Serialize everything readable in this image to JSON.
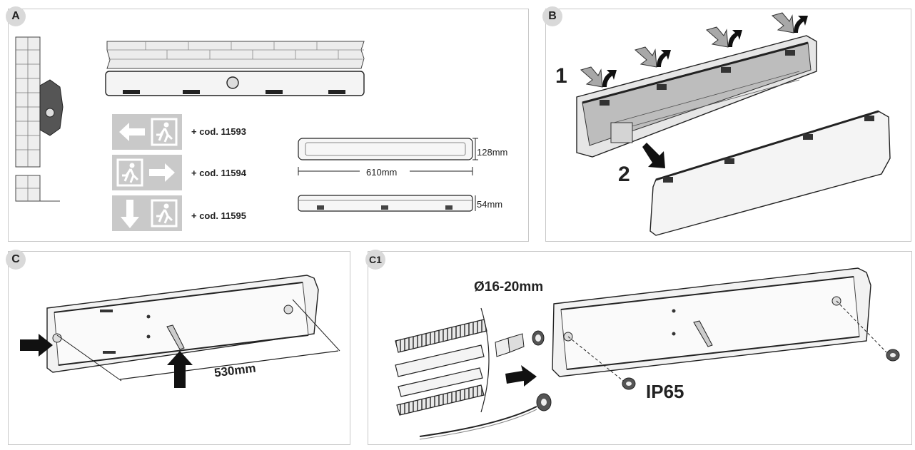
{
  "panels": {
    "a": {
      "badge": "A",
      "codes": [
        "+ cod. 11593",
        "+ cod. 11594",
        "+ cod. 11595"
      ],
      "dim_height": "128mm",
      "dim_width": "610mm",
      "dim_depth": "54mm"
    },
    "b": {
      "badge": "B",
      "step1": "1",
      "step2": "2"
    },
    "c": {
      "badge": "C",
      "dim_length": "530mm"
    },
    "c1": {
      "badge": "C1",
      "diameter": "Ø16-20mm",
      "rating": "IP65"
    }
  },
  "colors": {
    "badge_bg": "#d9d9d9",
    "sign_bg": "#c9c9c9",
    "line": "#222222",
    "arrow_grey": "#9a9a9a"
  }
}
